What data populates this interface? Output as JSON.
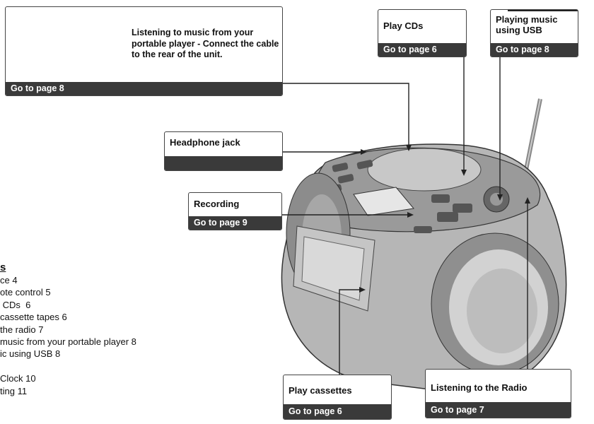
{
  "usb_connection_card": {
    "text": "Listening to music from your portable player - Connect the cable to the rear of the unit.",
    "link": "Go to page 8"
  },
  "callouts": {
    "play_cds": {
      "title": "Play CDs",
      "link": "Go to page 6"
    },
    "playing_usb": {
      "title": "Playing music\nusing USB",
      "link": "Go to page 8"
    },
    "headphone_jack": {
      "title": "Headphone jack",
      "link": ""
    },
    "recording": {
      "title": "Recording",
      "link": "Go to page 9"
    },
    "play_cassettes": {
      "title": "Play cassettes",
      "link": "Go to page 6"
    },
    "radio": {
      "title": "Listening to the Radio",
      "link": "Go to page 7"
    }
  },
  "contents": {
    "heading": "s",
    "items": [
      "ce 4",
      "ote control 5",
      " CDs  6",
      " cassette tapes 6",
      " the radio 7",
      " music from your portable player 8",
      "ic using USB 8",
      "",
      " Clock 10",
      "ting 11"
    ]
  },
  "colors": {
    "bar": "#3a3a3a",
    "body_gray": "#b4b4b4",
    "dark_gray": "#555555"
  }
}
